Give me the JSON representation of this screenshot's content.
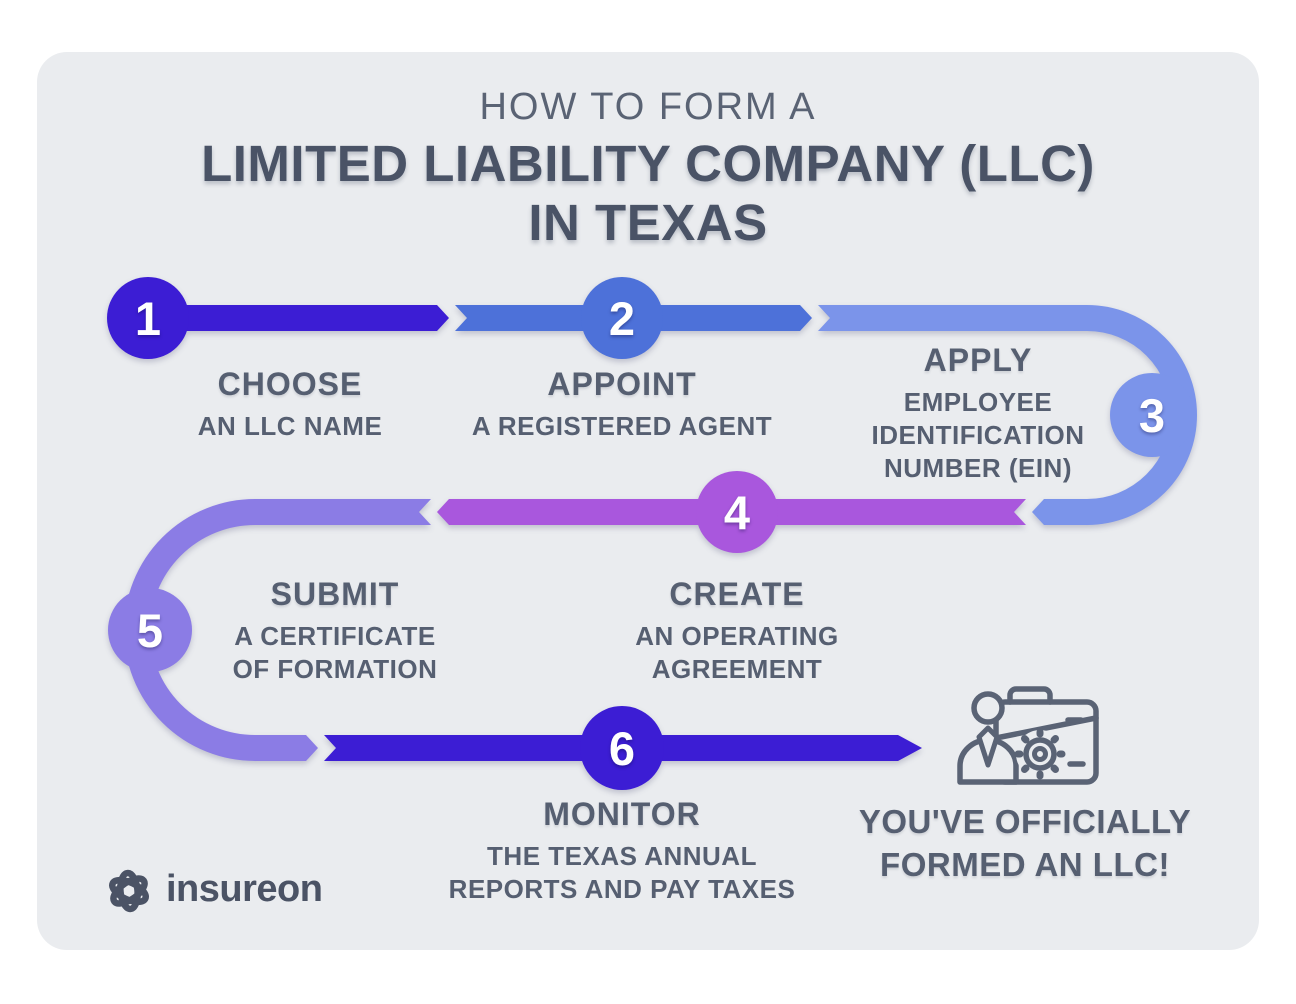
{
  "title": {
    "kicker": "HOW TO FORM A",
    "line1": "LIMITED LIABILITY COMPANY (LLC)",
    "line2": "IN TEXAS"
  },
  "steps": [
    {
      "number": "1",
      "title": "CHOOSE",
      "sub_lines": [
        "AN LLC NAME"
      ],
      "color": "#3c1dd4"
    },
    {
      "number": "2",
      "title": "APPOINT",
      "sub_lines": [
        "A REGISTERED AGENT"
      ],
      "color": "#4d71d9"
    },
    {
      "number": "3",
      "title": "APPLY",
      "sub_lines": [
        "EMPLOYEE",
        "IDENTIFICATION",
        "NUMBER (EIN)"
      ],
      "color": "#7b94ea"
    },
    {
      "number": "4",
      "title": "CREATE",
      "sub_lines": [
        "AN OPERATING",
        "AGREEMENT"
      ],
      "color": "#a957dd"
    },
    {
      "number": "5",
      "title": "SUBMIT",
      "sub_lines": [
        "A CERTIFICATE",
        "OF FORMATION"
      ],
      "color": "#8b7ce5"
    },
    {
      "number": "6",
      "title": "MONITOR",
      "sub_lines": [
        "THE TEXAS ANNUAL",
        "REPORTS AND PAY TAXES"
      ],
      "color": "#3c1dd4"
    }
  ],
  "outcome": {
    "line1": "YOU'VE OFFICIALLY",
    "line2": "FORMED AN LLC!",
    "icon": "businessman-gear-briefcase-icon"
  },
  "brand": {
    "name": "insureon",
    "icon": "insureon-knot-icon"
  },
  "colors": {
    "page_background": "#ffffff",
    "panel_background": "#eaecef",
    "heading_text": "#4a5366",
    "label_text": "#565f71",
    "step1_indigo": "#3c1dd4",
    "step2_blue": "#4d71d9",
    "step3_light_blue": "#7b94ea",
    "step4_purple": "#a957dd",
    "step5_periwinkle": "#8b7ce5",
    "icon_outline": "#5a6375"
  }
}
